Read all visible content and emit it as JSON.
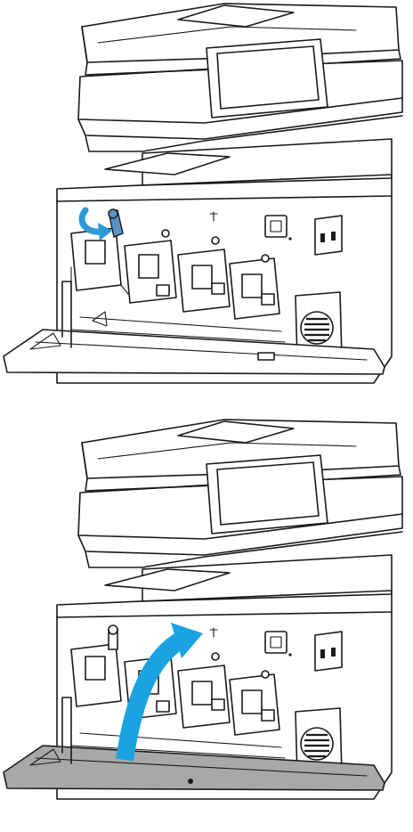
{
  "illustration": {
    "steps": [
      {
        "step_name": "rotate-lock-lever",
        "highlight_color": "#5a94c6",
        "arrow_color": "#2b9ad6",
        "arrow_icon": "curved-arrow-right-icon",
        "door_state": "open",
        "door_fill": "#ffffff"
      },
      {
        "step_name": "close-front-door",
        "arrow_color": "#1aa3e0",
        "arrow_icon": "curved-arrow-up-icon",
        "door_state": "open-highlighted",
        "door_fill": "#a7a8a8"
      }
    ],
    "cartridge_count": 4,
    "line_color": "#1a1a1a",
    "background": "#ffffff"
  }
}
